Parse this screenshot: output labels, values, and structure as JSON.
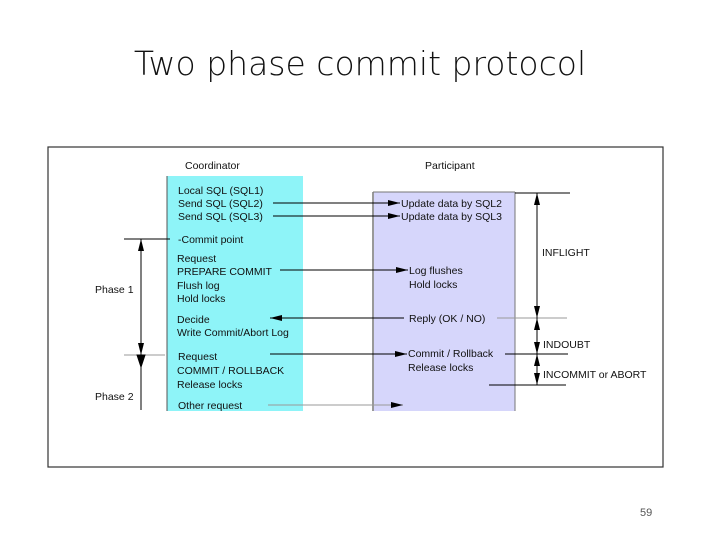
{
  "slide": {
    "title": "Two phase commit protocol",
    "page_number": "59"
  },
  "diagram": {
    "colors": {
      "coordinator": "#8ef4f8",
      "participant": "#d6d6fb"
    },
    "coordinator": {
      "header": "Coordinator",
      "lines": [
        "Local SQL (SQL1)",
        "Send SQL (SQL2)",
        "Send SQL (SQL3)",
        "-Commit point",
        "Request",
        "PREPARE COMMIT",
        "Flush log",
        "Hold locks",
        "Decide",
        "Write Commit/Abort Log",
        "Request",
        "COMMIT / ROLLBACK",
        "Release locks",
        "Other request"
      ]
    },
    "participant": {
      "header": "Participant",
      "lines": [
        "Update data by SQL2",
        "Update data by SQL3",
        "Log flushes",
        "Hold locks",
        "Reply (OK / NO)",
        "Commit / Rollback",
        "Release locks"
      ]
    },
    "phases": [
      "Phase 1",
      "Phase 2"
    ],
    "states": [
      "INFLIGHT",
      "INDOUBT",
      "INCOMMIT or ABORT"
    ]
  }
}
